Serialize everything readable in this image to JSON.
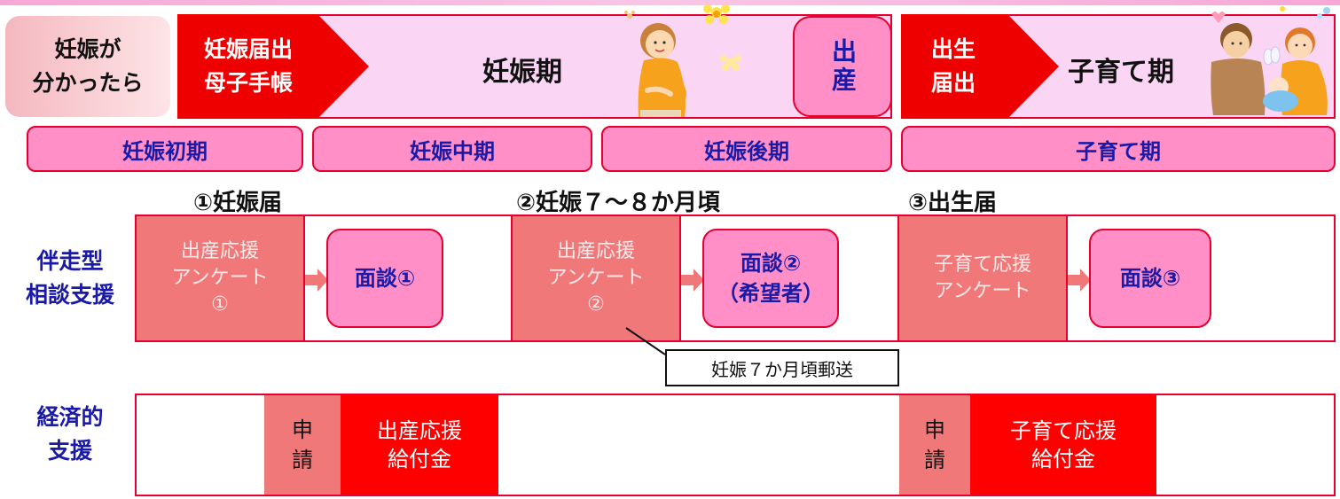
{
  "header": {
    "start": "妊娠が分かったら",
    "start_lines": [
      "妊娠が",
      "分かったら"
    ],
    "pregnancy_notice_lines": [
      "妊娠届出",
      "母子手帳"
    ],
    "pregnancy_period": "妊娠期",
    "birth": "出産",
    "birth_notice_lines": [
      "出生",
      "届出"
    ],
    "childcare_period": "子育て期"
  },
  "phases": [
    "妊娠初期",
    "妊娠中期",
    "妊娠後期",
    "子育て期"
  ],
  "milestones": [
    "①妊娠届",
    "②妊娠７～８か月頃",
    "③出生届"
  ],
  "accompany_support": {
    "label_lines": [
      "伴走型",
      "相談支援"
    ],
    "survey1_lines": [
      "出産応援",
      "アンケート",
      "①"
    ],
    "interview1": "面談①",
    "survey2_lines": [
      "出産応援",
      "アンケート",
      "②"
    ],
    "interview2_lines": [
      "面談②",
      "（希望者）"
    ],
    "survey3_lines": [
      "子育て応援",
      "アンケート"
    ],
    "interview3": "面談③",
    "mail_note": "妊娠７か月頃郵送"
  },
  "economic_support": {
    "label_lines": [
      "経済的",
      "支援"
    ],
    "apply_lines": [
      "申",
      "請"
    ],
    "birth_grant_lines": [
      "出産応援",
      "給付金"
    ],
    "childcare_grant_lines": [
      "子育て応援",
      "給付金"
    ]
  },
  "colors": {
    "accent_red": "#e6002e",
    "pink_box": "#ff8fc6",
    "band_pink": "#fbd6f4",
    "survey_salmon": "#f17878",
    "label_navy": "#1a1aa6"
  }
}
